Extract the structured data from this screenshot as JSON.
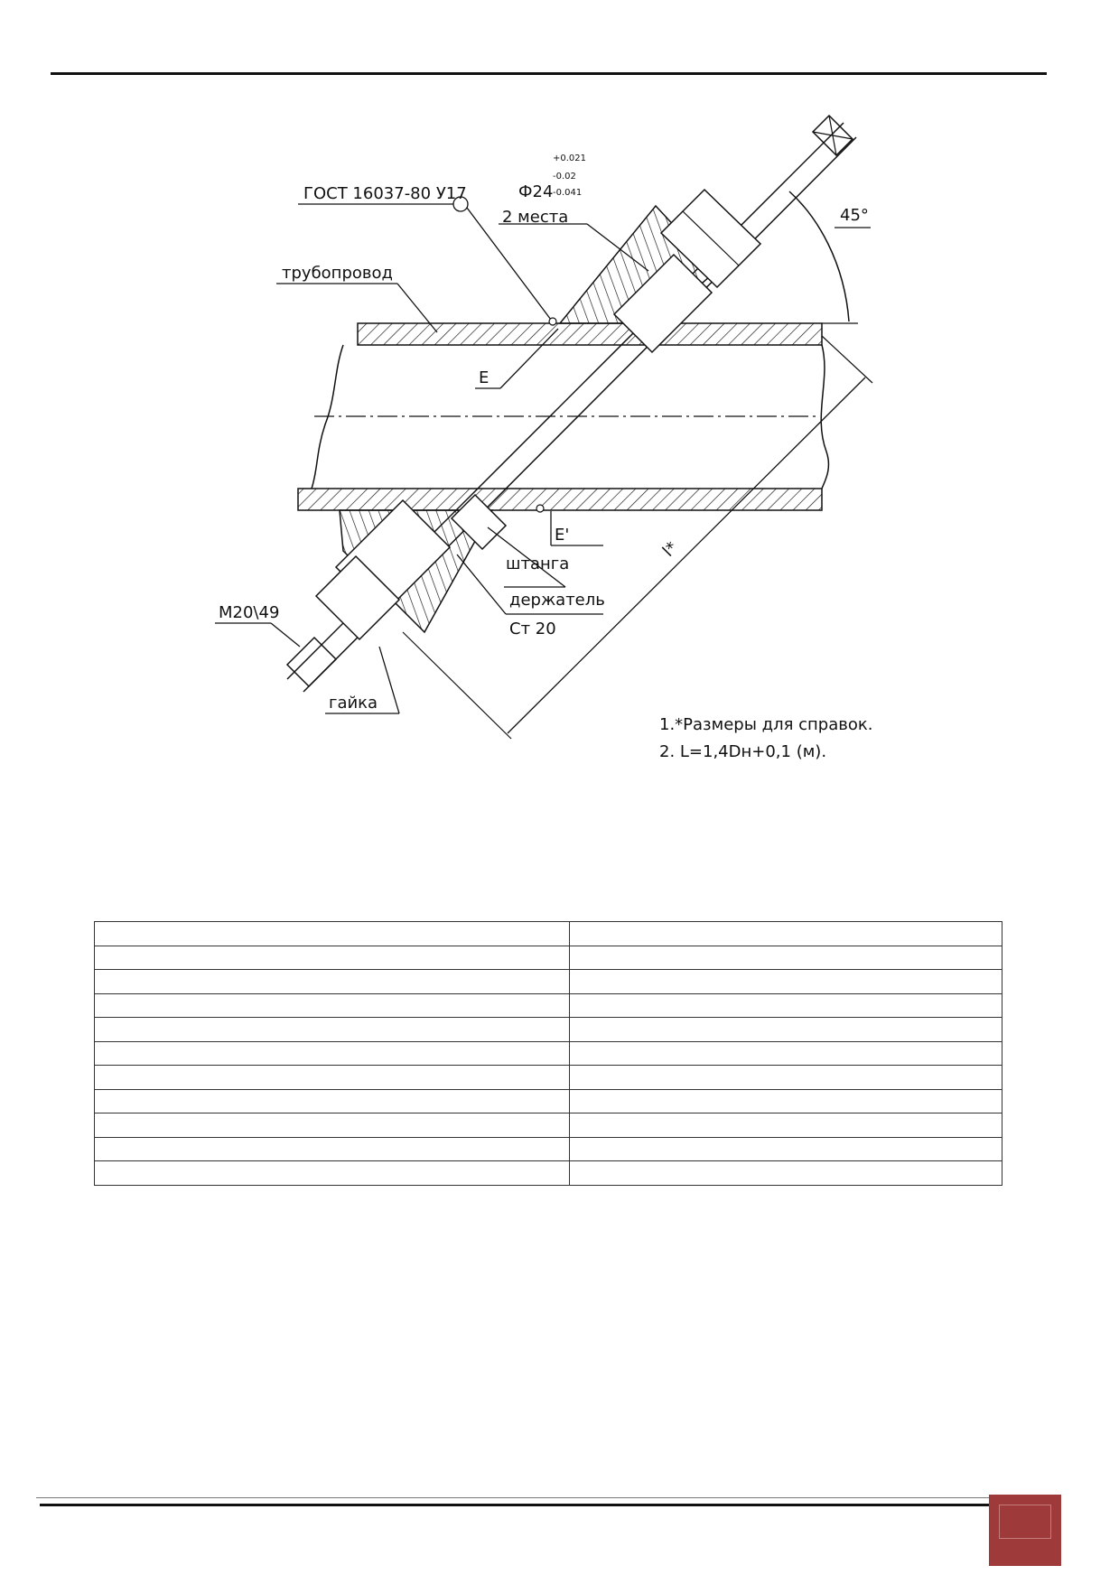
{
  "drawing": {
    "gost_label": "ГОСТ 16037-80 У17",
    "diameter_label": "Ф24",
    "tolerance_1": "+0.021",
    "tolerance_2": "-0.02",
    "tolerance_3": "-0.041",
    "places_label": "2 места",
    "pipeline_label": "трубопровод",
    "angle_label": "45°",
    "weld_e_label": "E",
    "weld_e2_label": "E'",
    "rod_label": "штанга",
    "holder_label": "держатель",
    "material_label": "Ст 20",
    "thread_label": "M20\\49",
    "nut_label": "гайка",
    "length_label": "l*",
    "note_1": "1.*Размеры для справок.",
    "note_2": "2. L=1,4Dн+0,1 (м)."
  },
  "table": {
    "rows": 11,
    "columns": 2
  },
  "colors": {
    "line": "#111111",
    "badge": "#9e3a3a"
  }
}
